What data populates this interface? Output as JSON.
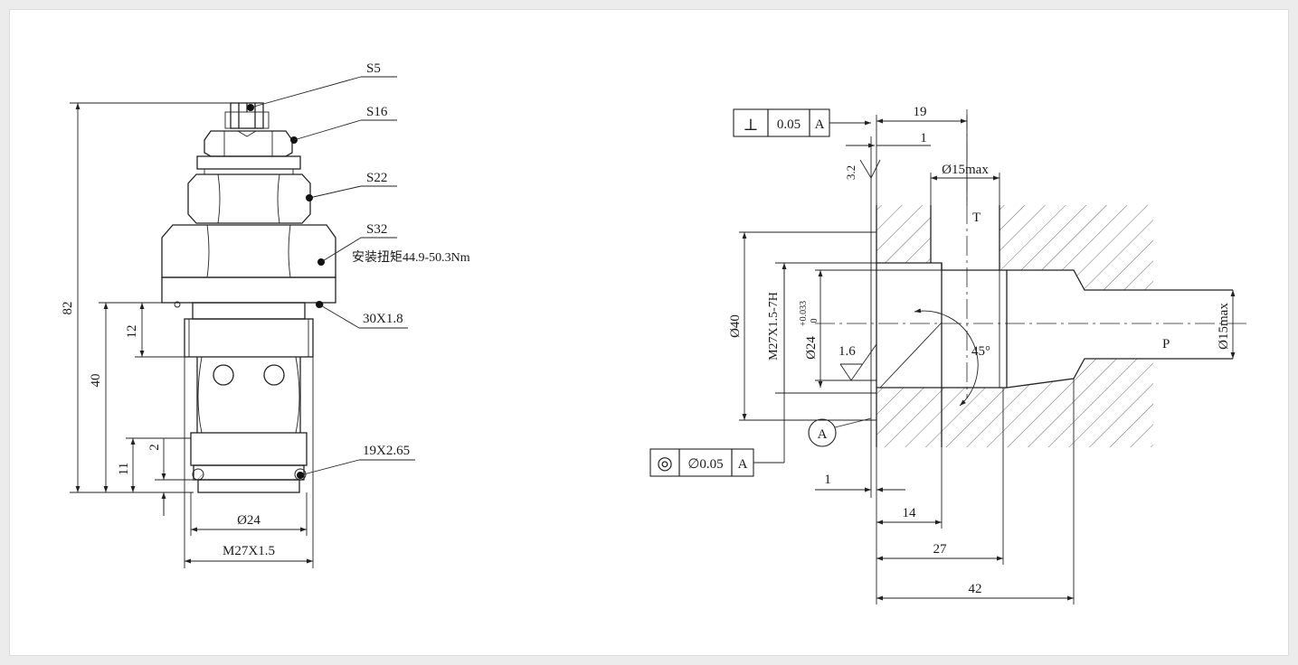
{
  "left_view": {
    "callouts": {
      "s5": "S5",
      "s16": "S16",
      "s22": "S22",
      "s32": "S32",
      "torque": "安装扭矩44.9-50.3Nm",
      "seal_upper": "30X1.8",
      "seal_lower": "19X2.65"
    },
    "dims": {
      "overall_height": "82",
      "lower_height": "40",
      "thread_length": "12",
      "groove_offset": "2",
      "bottom_length": "11",
      "diameter": "Ø24",
      "thread": "M27X1.5"
    }
  },
  "right_view": {
    "perpendicularity": {
      "symbol": "⊥",
      "value": "0.05",
      "datum": "A"
    },
    "concentricity": {
      "symbol": "◎",
      "value": "∅0.05",
      "datum": "A"
    },
    "datum_label": "A",
    "dims": {
      "depth_19": "19",
      "step_1_top": "1",
      "port_t_dia": "Ø15max",
      "surface_finish_top": "3.2",
      "surface_finish_bore": "1.6",
      "bore_dia": "Ø40",
      "thread": "M27X1.5-7H",
      "bore_24": "Ø24",
      "tol_upper": "+0.033",
      "tol_lower": "0",
      "angle": "45°",
      "port_p_dia": "Ø15max",
      "step_1_bottom": "1",
      "depth_14": "14",
      "depth_27": "27",
      "depth_42": "42"
    },
    "ports": {
      "t": "T",
      "p": "P"
    }
  }
}
